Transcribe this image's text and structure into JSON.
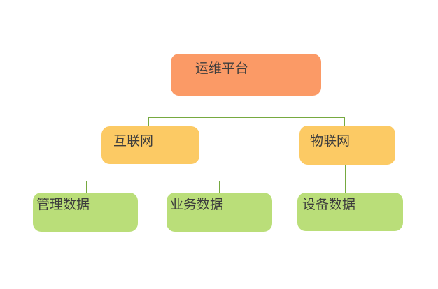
{
  "diagram": {
    "background": "#ffffff",
    "connector_color": "#76a940",
    "text_color": "#3d3d3d",
    "nodes": {
      "root": {
        "label": "运维平台",
        "fill": "#fb9a66"
      },
      "internet": {
        "label": "互联网",
        "fill": "#fcca64"
      },
      "iot": {
        "label": "物联网",
        "fill": "#fcca64"
      },
      "mgmt": {
        "label": "管理数据",
        "fill": "#bade79"
      },
      "biz": {
        "label": "业务数据",
        "fill": "#bade79"
      },
      "device": {
        "label": "设备数据",
        "fill": "#bade79"
      }
    },
    "edges": [
      {
        "from": "运维平台",
        "to": "互联网"
      },
      {
        "from": "运维平台",
        "to": "物联网"
      },
      {
        "from": "互联网",
        "to": "管理数据"
      },
      {
        "from": "互联网",
        "to": "业务数据"
      },
      {
        "from": "物联网",
        "to": "设备数据"
      }
    ]
  }
}
